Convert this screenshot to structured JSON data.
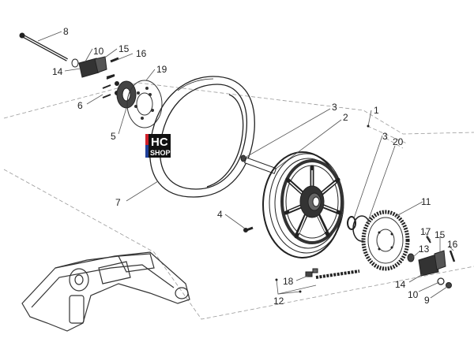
{
  "logo": {
    "line1": "HC",
    "line2": "SHOP",
    "colors": {
      "red": "#d0202a",
      "blue": "#1f3f99",
      "black": "#111111"
    }
  },
  "callouts": [
    "8",
    "10",
    "15",
    "16",
    "14",
    "19",
    "6",
    "5",
    "7",
    "3",
    "1",
    "2",
    "3",
    "20",
    "4",
    "11",
    "17",
    "15",
    "16",
    "13",
    "14",
    "10",
    "9",
    "18",
    "12"
  ],
  "colors": {
    "line": "#333333",
    "dash": "#888888",
    "part": "#222222"
  }
}
